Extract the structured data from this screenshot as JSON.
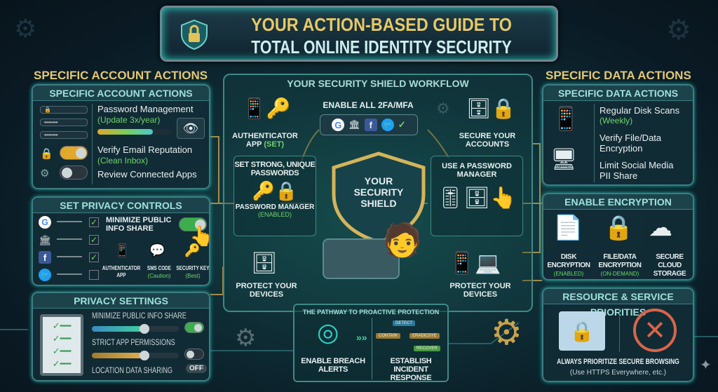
{
  "title": {
    "line1": "YOUR ACTION-BASED GUIDE TO",
    "line2": "TOTAL ONLINE IDENTITY SECURITY"
  },
  "left": {
    "heading": "SPECIFIC ACCOUNT ACTIONS",
    "account_box": {
      "header": "SPECIFIC ACCOUNT ACTIONS",
      "fields": [
        "",
        "•••••••",
        "•••••••"
      ],
      "items": [
        {
          "label": "Password Management",
          "note": "(Update 3x/year)"
        },
        {
          "label": "Verify Email Reputation",
          "note": "(Clean Inbox)"
        },
        {
          "label": "Review Connected Apps"
        }
      ],
      "strength_meter_percent": 75,
      "toggles": [
        true,
        false
      ]
    },
    "privacy_controls": {
      "header": "SET PRIVACY CONTROLS",
      "services": [
        {
          "icon": "google-icon",
          "checked": true
        },
        {
          "icon": "bank-icon",
          "checked": true
        },
        {
          "icon": "facebook-icon",
          "checked": true
        },
        {
          "icon": "twitter-icon",
          "checked": false
        }
      ],
      "toggle_label": "MINIMIZE PUBLIC INFO SHARE",
      "toggle_on": true,
      "methods": [
        {
          "label": "AUTHENTICATOR APP"
        },
        {
          "label": "SMS CODE",
          "note": "(Caution)"
        },
        {
          "label": "SECURITY KEY",
          "note": "(Best)"
        }
      ]
    },
    "privacy_settings": {
      "header": "PRIVACY SETTINGS",
      "items": [
        {
          "label": "MINIMIZE PUBLIC INFO SHARE",
          "slider_percent": 60,
          "on": true
        },
        {
          "label": "STRICT APP PERMISSIONS",
          "slider_percent": 60,
          "on": false
        }
      ],
      "location": {
        "label": "LOCATION DATA SHARING",
        "state": "OFF"
      }
    }
  },
  "center": {
    "header": "YOUR SECURITY SHIELD WORKFLOW",
    "auth_app": {
      "label": "AUTHENTICATOR APP",
      "note": "(SET)"
    },
    "mfa": {
      "label": "ENABLE ALL 2FA/MFA"
    },
    "secure_accounts": "SECURE YOUR ACCOUNTS",
    "passwords": {
      "label": "SET STRONG, UNIQUE PASSWORDS",
      "manager": "PASSWORD MANAGER",
      "manager_note": "(ENABLED)"
    },
    "shield": "YOUR SECURITY SHIELD",
    "use_manager": "USE A PASSWORD MANAGER",
    "protect_left": "PROTECT YOUR DEVICES",
    "protect_right": "PROTECT YOUR DEVICES",
    "pathway": {
      "header": "THE PATHWAY TO PROACTIVE PROTECTION",
      "breach": "ENABLE BREACH ALERTS",
      "incident": "ESTABLISH INCIDENT RESPONSE",
      "steps": [
        "DETECT",
        "CONTAIN",
        "ERADICSYE",
        "RECOVER"
      ]
    }
  },
  "right": {
    "heading": "SPECIFIC DATA ACTIONS",
    "data_box": {
      "header": "SPECIFIC DATA ACTIONS",
      "items": [
        {
          "label": "Regular Disk Scans",
          "note": "(Weekly)"
        },
        {
          "label": "Verify File/Data Encryption"
        },
        {
          "label": "Limit Social Media PII Share"
        }
      ]
    },
    "encryption": {
      "header": "ENABLE ENCRYPTION",
      "items": [
        {
          "label": "DISK ENCRYPTION",
          "note": "(ENABLED)"
        },
        {
          "label": "FILE/DATA ENCRYPTION",
          "note": "(ON-DEMAND)"
        },
        {
          "label": "SECURE CLOUD STORAGE"
        }
      ]
    },
    "priorities": {
      "header": "RESOURCE & SERVICE PRIORITIES",
      "label": "ALWAYS PRIORITIZE SECURE BROWSING",
      "note": "(Use HTTPS Everywhere, etc.)"
    }
  },
  "colors": {
    "gold": "#e3c774",
    "teal": "#3d8a86",
    "green": "#6fd56b",
    "background": "#0a1a24"
  }
}
